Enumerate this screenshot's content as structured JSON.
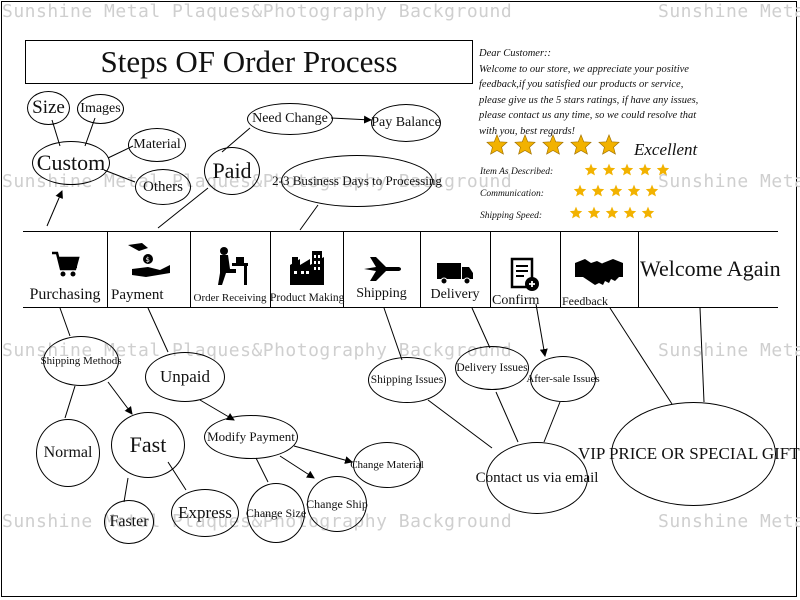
{
  "watermark": "Sunshine Metal Plaques&Photography Background",
  "watermark_short": "Sunshine Meta",
  "title": "Steps OF Order Process",
  "letter": {
    "lines": [
      "Dear Customer::",
      "Welcome to our store, we appreciate your positive",
      "feedback,if you satisfied our products or service,",
      "please give us the 5 stars ratings, if have any issues,",
      "please contact us any time, so we could resolve that",
      "with you, best regards!"
    ]
  },
  "ratings": {
    "excellent": "Excellent",
    "item_as_described": "Item As Described:",
    "communication": "Communication:",
    "shipping_speed": "Shipping Speed:",
    "stars_color": "#f2b200"
  },
  "steps": {
    "purchasing": "Purchasing",
    "payment": "Payment",
    "order_receiving": "Order Receiving",
    "product_making": "Product Making",
    "shipping": "Shipping",
    "delivery": "Delivery",
    "confirm": "Confirm",
    "feedback": "Feedback",
    "welcome_again": "Welcome Again"
  },
  "nodes": {
    "size": "Size",
    "images": "Images",
    "custom": "Custom",
    "material": "Material",
    "others": "Others",
    "paid": "Paid",
    "need_change": "Need Change",
    "pay_balance": "Pay Balance",
    "processing": "2-3 Business Days to Processing",
    "shipping_methods": "Shipping Methods",
    "normal": "Normal",
    "fast": "Fast",
    "faster": "Faster",
    "express": "Express",
    "unpaid": "Unpaid",
    "modify_payment": "Modify Payment",
    "change_size": "Change Size",
    "change_ship": "Change Ship",
    "change_material": "Change Material",
    "shipping_issues": "Shipping Issues",
    "delivery_issues": "Delivery Issues",
    "after_sale_issues": "After-sale Issues",
    "contact_email": "Contact us via email",
    "vip": "VIP PRICE OR SPECIAL GIFTS"
  }
}
